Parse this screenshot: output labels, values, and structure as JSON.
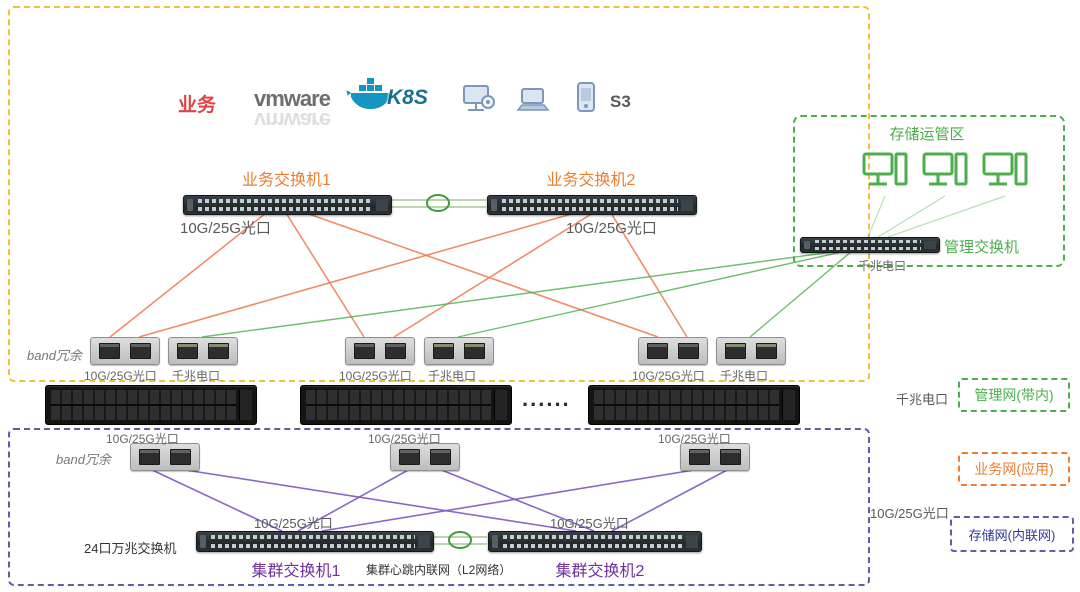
{
  "colors": {
    "business_border": "#f0bf3e",
    "business_text": "#ed7d31",
    "business_line": "#f0805a",
    "mgmt_green": "#4cae4c",
    "storage_border": "#5c5fa8",
    "storage_line": "#7e57c2",
    "cluster_text": "#7030a0",
    "storage_net_text": "#2f3699"
  },
  "business_zone": {
    "label": "业务",
    "logos": {
      "vmware": "vmware",
      "k8s": "K8S",
      "s3": "S3"
    },
    "switch1": {
      "name": "业务交换机1",
      "port_label": "10G/25G光口"
    },
    "switch2": {
      "name": "业务交换机2",
      "port_label": "10G/25G光口"
    },
    "band_note": "band冗余",
    "nic_optical": "10G/25G光口",
    "nic_electrical": "千兆电口"
  },
  "storage_zone": {
    "title": "存储运管区",
    "switch_name": "管理交换机",
    "port_label": "千兆电口"
  },
  "servers": {
    "dots": "......"
  },
  "cluster_zone": {
    "band_note": "band冗余",
    "nic_label": "10G/25G光口",
    "port_label": "10G/25G光口",
    "switch_note": "24口万兆交换机",
    "switch1": "集群交换机1",
    "switch2": "集群交换机2",
    "heartbeat": "集群心跳内联网（L2网络）"
  },
  "legend": {
    "mgmt_port": "千兆电口",
    "mgmt_net": "管理网(带内)",
    "biz_net": "业务网(应用)",
    "storage_port": "10G/25G光口",
    "storage_net": "存储网(内联网)"
  }
}
